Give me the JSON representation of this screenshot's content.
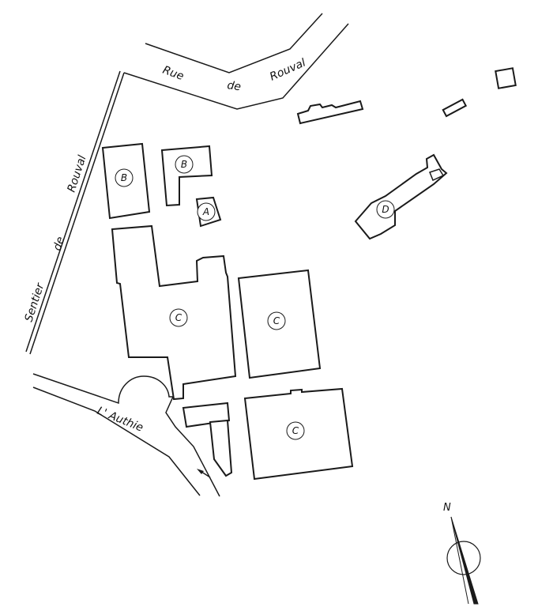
{
  "streets": {
    "rue_word1": "Rue",
    "rue_word2": "de",
    "rue_word3": "Rouval",
    "sentier_word1": "Sentier",
    "sentier_word2": "de",
    "sentier_word3": "Rouval",
    "river": "L' Authie"
  },
  "buildings": {
    "b1": "B",
    "b2": "B",
    "a1": "A",
    "d1": "D",
    "c1": "C",
    "c2": "C",
    "c3": "C"
  },
  "north": {
    "label": "N"
  },
  "colors": {
    "ink": "#1a1a1a",
    "paper": "#ffffff"
  }
}
